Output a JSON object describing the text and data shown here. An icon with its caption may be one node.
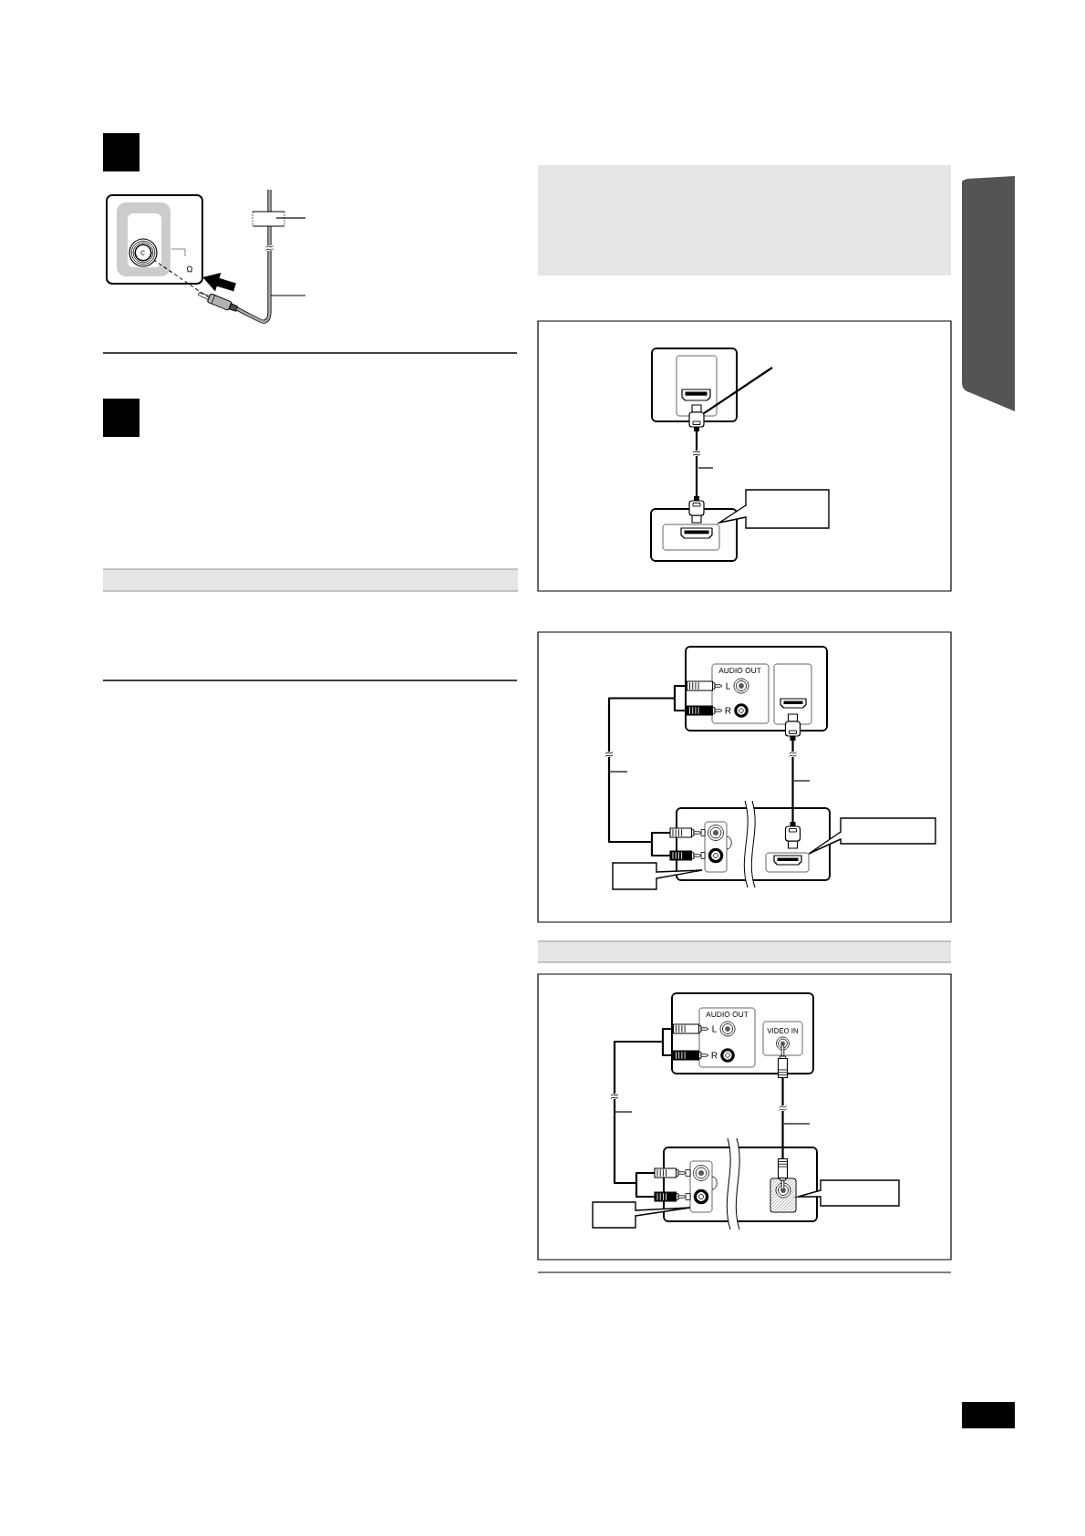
{
  "diagram": {
    "nodes": [
      {
        "text": [
          "Ω"
        ]
      },
      {
        "text": [],
        "shape": "circle",
        "in": 0
      },
      {
        "text": [],
        "shape": "picture"
      },
      {
        "text": [],
        "shape": "box"
      },
      {
        "text": [],
        "shape": "box",
        "in": 3
      },
      {
        "text": [],
        "shape": "picture"
      },
      {
        "text": [],
        "shape": "picture"
      },
      {
        "text": [],
        "shape": "box"
      },
      {
        "text": [],
        "shape": "box",
        "in": 7
      },
      {
        "text": [],
        "shape": "box"
      },
      {
        "text": [],
        "shape": "box"
      },
      {
        "text": [
          "AUDIO OUT",
          "L",
          "R"
        ],
        "in": 10
      },
      {
        "text": [],
        "shape": "box",
        "in": 10
      },
      {
        "text": [],
        "shape": "picture",
        "in": 10
      },
      {
        "text": [],
        "shape": "picture",
        "in": 10
      },
      {
        "text": [],
        "shape": "picture"
      },
      {
        "text": [],
        "shape": "picture",
        "in": 17
      },
      {
        "text": [],
        "shape": "box"
      },
      {
        "text": [],
        "shape": "box",
        "in": 17
      },
      {
        "text": [],
        "shape": "box",
        "in": 17
      },
      {
        "text": [],
        "shape": "picture"
      },
      {
        "text": [],
        "shape": "picture"
      },
      {
        "text": [],
        "shape": "box"
      },
      {
        "text": [],
        "shape": "box"
      },
      {
        "text": [],
        "shape": "box"
      },
      {
        "text": [
          "AUDIO OUT",
          "L",
          "R"
        ],
        "in": 24
      },
      {
        "text": [
          "VIDEO IN"
        ],
        "in": 24
      },
      {
        "text": [],
        "shape": "picture",
        "in": 24
      },
      {
        "text": [],
        "shape": "picture",
        "in": 24
      },
      {
        "text": [],
        "shape": "picture"
      },
      {
        "text": [],
        "shape": "picture",
        "in": 31
      },
      {
        "text": [],
        "shape": "box"
      },
      {
        "text": [],
        "shape": "box",
        "in": 31
      },
      {
        "text": [],
        "shape": "box",
        "in": 31
      },
      {
        "text": [],
        "shape": "picture"
      },
      {
        "text": [],
        "shape": "picture"
      },
      {
        "text": [],
        "shape": "box"
      },
      {
        "text": [],
        "shape": "box"
      },
      {
        "text": [],
        "shape": "box"
      }
    ],
    "edges": [
      {
        "from": 2,
        "to": 1,
        "arrow": "none",
        "style": "dashed"
      },
      {
        "from": 2,
        "to": 0,
        "arrow": "to",
        "style": "thick"
      },
      {
        "from": null,
        "to": 5,
        "arrow": "none"
      },
      {
        "from": 5,
        "to": 6,
        "arrow": "none"
      },
      {
        "from": 13,
        "to": 20,
        "arrow": "none"
      },
      {
        "from": 13,
        "to": 21,
        "arrow": "none"
      },
      {
        "from": 14,
        "to": 20,
        "arrow": "none"
      },
      {
        "from": 14,
        "to": 21,
        "arrow": "none"
      },
      {
        "from": 15,
        "to": 16,
        "arrow": "none"
      },
      {
        "from": 27,
        "to": 34,
        "arrow": "none"
      },
      {
        "from": 27,
        "to": 35,
        "arrow": "none"
      },
      {
        "from": 28,
        "to": 34,
        "arrow": "none"
      },
      {
        "from": 28,
        "to": 35,
        "arrow": "none"
      },
      {
        "from": 29,
        "to": 30,
        "arrow": "none"
      }
    ]
  }
}
